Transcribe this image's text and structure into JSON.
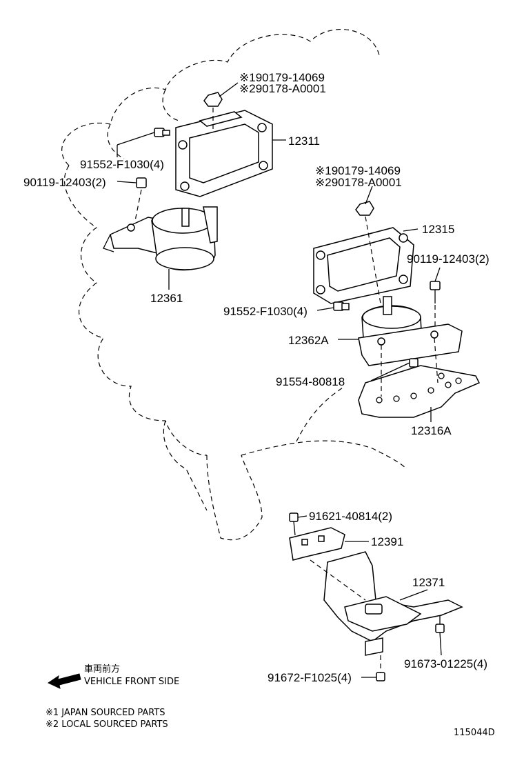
{
  "callouts": {
    "upper_left_nut_1": "※190179-14069",
    "upper_left_nut_2": "※290178-A0001",
    "bracket_left": "12311",
    "bolt_left_a": "91552-F1030(4)",
    "bolt_left_b": "90119-12403(2)",
    "insulator_left": "12361",
    "upper_right_nut_1": "※190179-14069",
    "upper_right_nut_2": "※290178-A0001",
    "bracket_right": "12315",
    "bolt_right_b": "90119-12403(2)",
    "bolt_right_a": "91552-F1030(4)",
    "insulator_right": "12362A",
    "bolt_right_c": "91554-80818",
    "plate_right": "12316A",
    "bolt_rear_a": "91621-40814(2)",
    "bracket_rear_small": "12391",
    "member_rear": "12371",
    "bolt_rear_b": "91673-01225(4)",
    "bolt_rear_c": "91672-F1025(4)"
  },
  "legend": {
    "front_jp": "車両前方",
    "front_en": "VEHICLE FRONT SIDE",
    "note_1": "※1 JAPAN SOURCED PARTS",
    "note_2": "※2 LOCAL SOURCED PARTS",
    "figure_id": "115044D"
  },
  "icons": {
    "front_arrow": "arrow-left-icon"
  }
}
